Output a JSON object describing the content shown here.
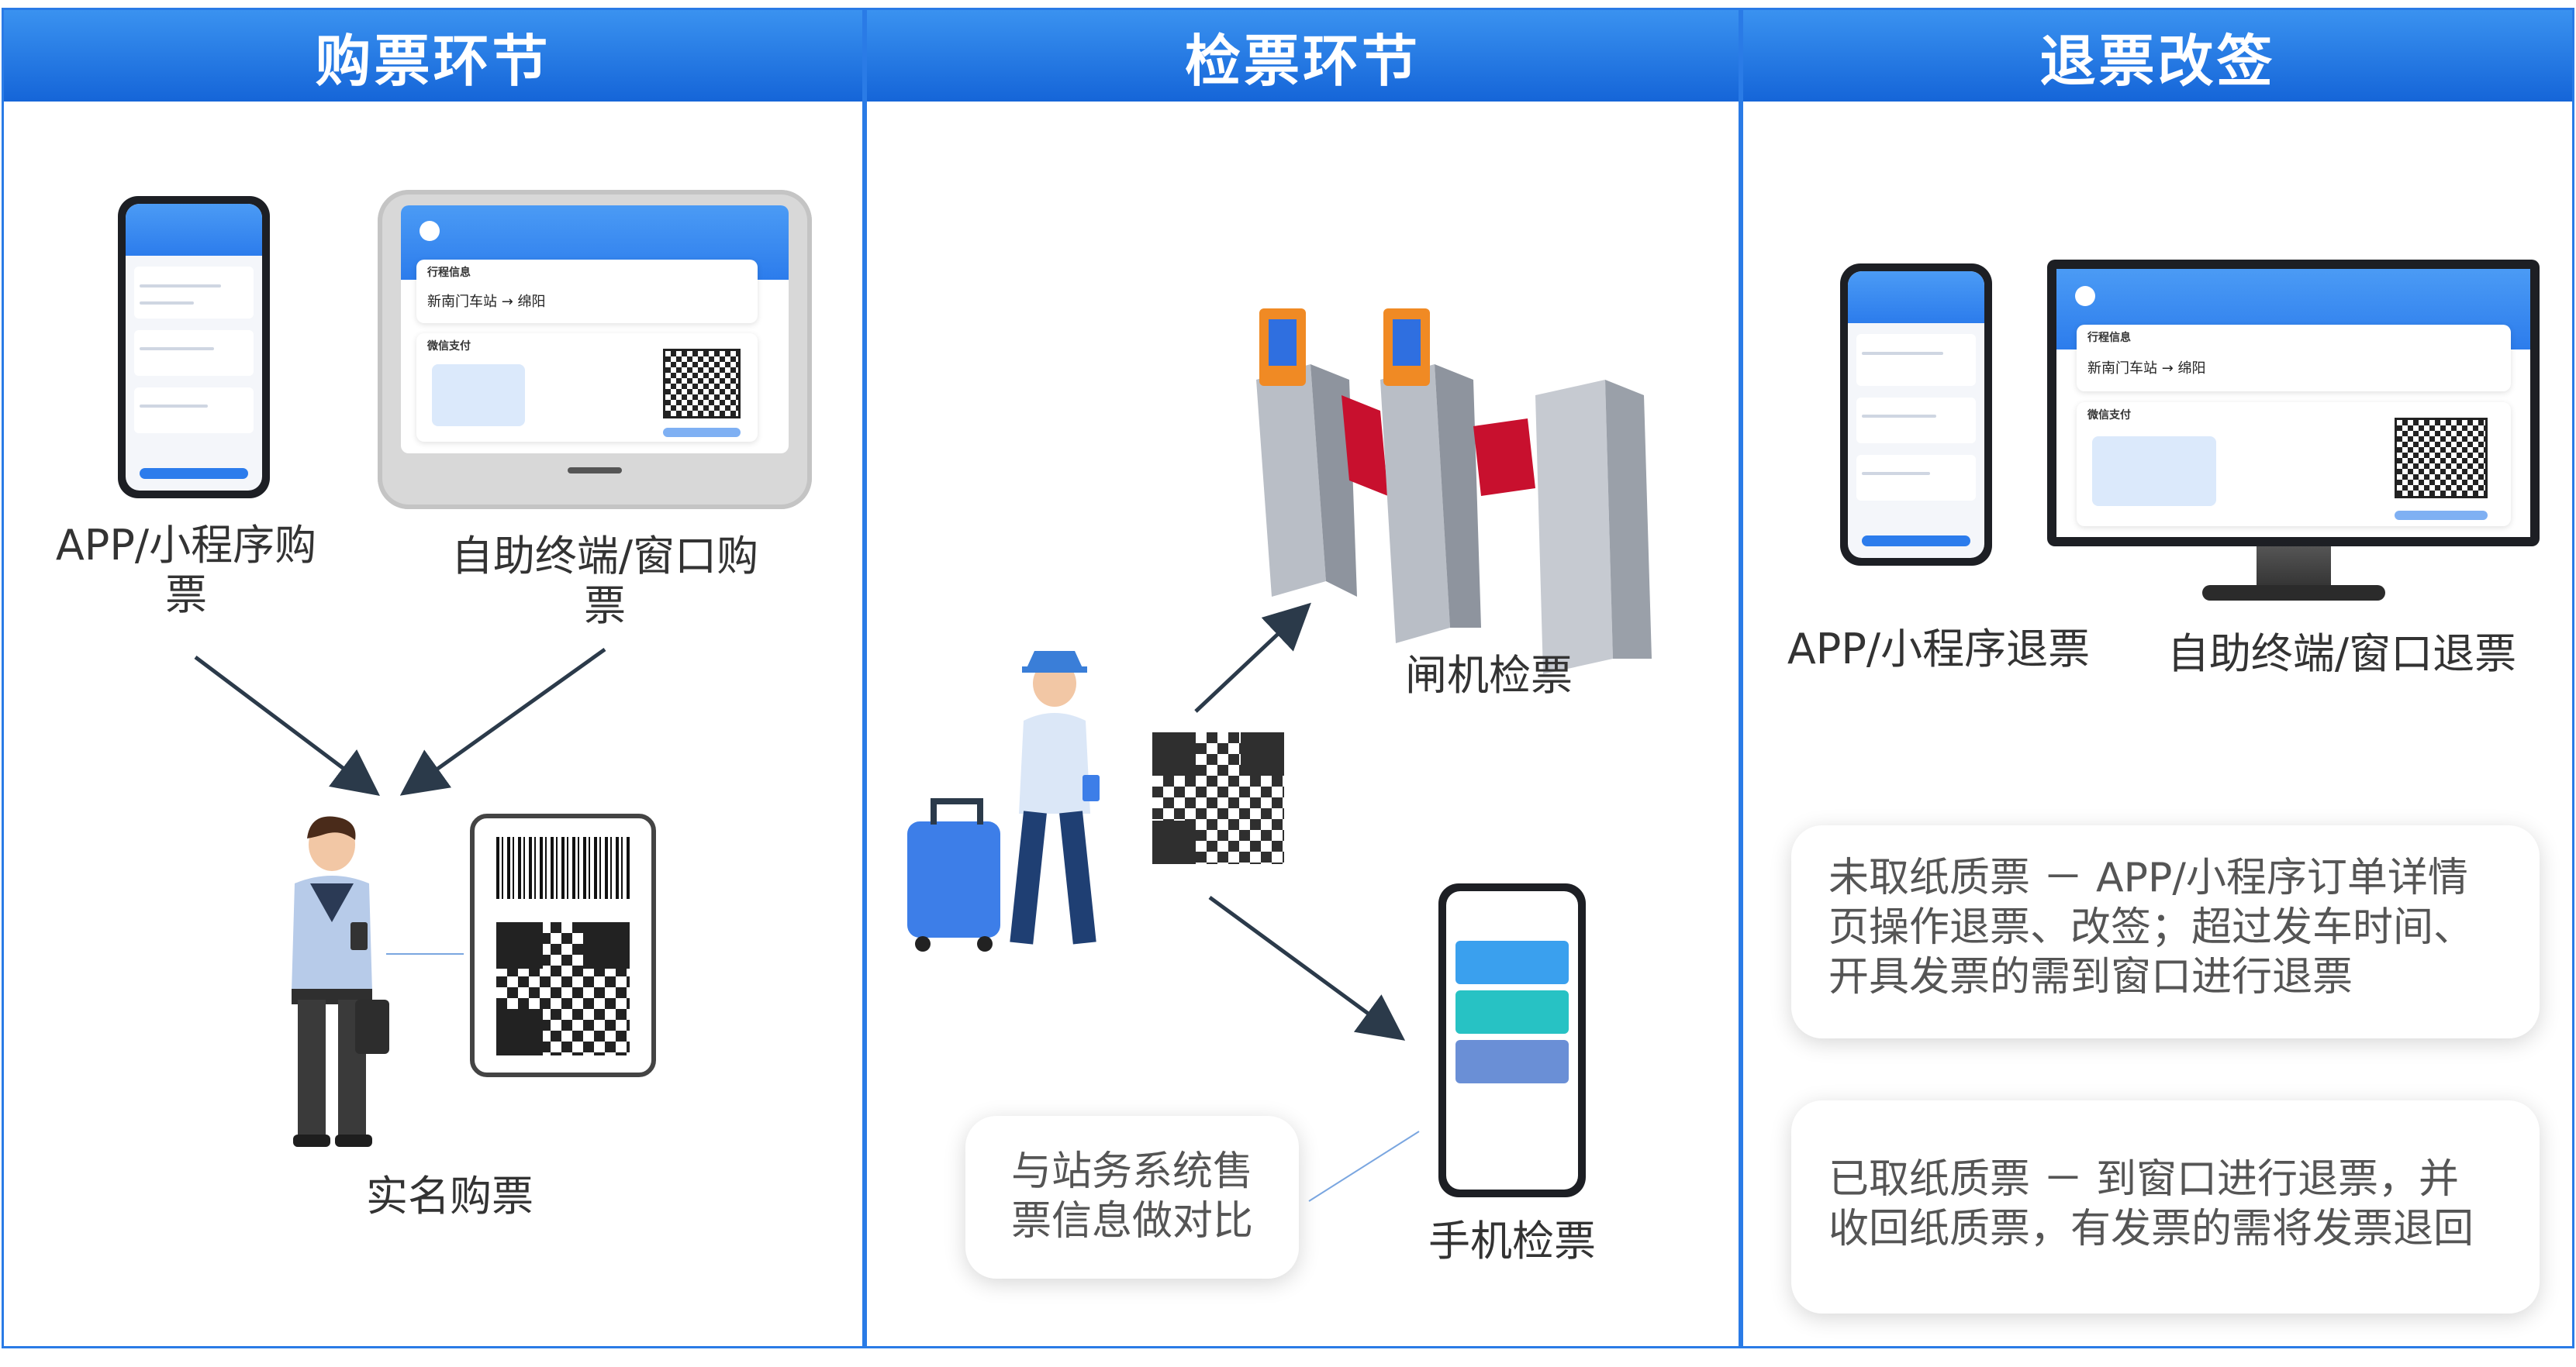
{
  "panels": {
    "buy": {
      "title": "购票环节"
    },
    "check": {
      "title": "检票环节"
    },
    "refund": {
      "title": "退票改签"
    }
  },
  "buy": {
    "app_label_line1": "APP/小程序购",
    "app_label_line2": "票",
    "terminal_label_line1": "自助终端/窗口购",
    "terminal_label_line2": "票",
    "realname_label": "实名购票",
    "terminal_screen": {
      "route_from": "新南门车站",
      "route_to": "绵阳",
      "trip_info": "行程信息",
      "wechat_pay": "微信支付"
    }
  },
  "check": {
    "gate_label": "闸机检票",
    "phone_check_label": "手机检票",
    "compare_note_line1": "与站务系统售",
    "compare_note_line2": "票信息做对比"
  },
  "refund": {
    "app_label": "APP/小程序退票",
    "terminal_label": "自助终端/窗口退票",
    "terminal_screen": {
      "route_from": "新南门车站",
      "route_to": "绵阳",
      "trip_info": "行程信息",
      "wechat_pay": "微信支付"
    },
    "note1_line1": "未取纸质票 － APP/小程序订单详情",
    "note1_line2": "页操作退票、改签；超过发车时间、",
    "note1_line3": "开具发票的需到窗口进行退票",
    "note2_line1": "已取纸质票 － 到窗口进行退票，并",
    "note2_line2": "收回纸质票，有发票的需将发票退回"
  },
  "colors": {
    "header_top": "#3a92f0",
    "header_bottom": "#1565d8",
    "panel_border": "#2a7be6",
    "arrow": "#2b3a4a",
    "gate_red": "#c8102e",
    "gate_orange": "#f08a24"
  }
}
